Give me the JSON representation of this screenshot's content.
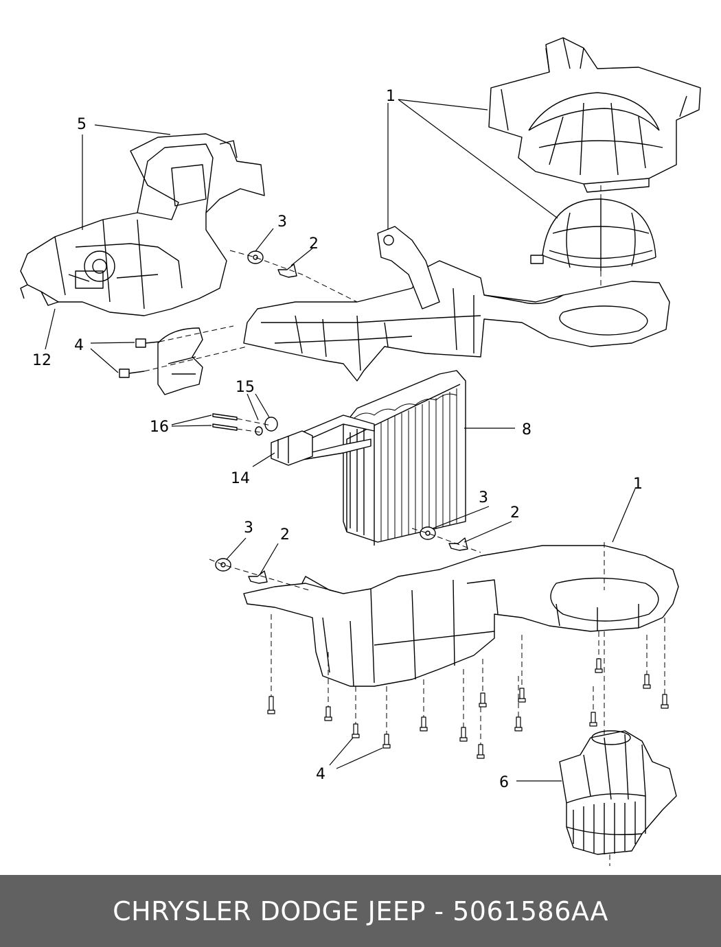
{
  "diagram": {
    "callouts": {
      "c1_top": "1",
      "c1_bottom": "1",
      "c2_upper": "2",
      "c2_mid": "2",
      "c2_lower": "2",
      "c3_upper": "3",
      "c3_mid": "3",
      "c3_lower": "3",
      "c4_upper": "4",
      "c4_lower": "4",
      "c5": "5",
      "c6": "6",
      "c8": "8",
      "c12": "12",
      "c14": "14",
      "c15": "15",
      "c16": "16"
    }
  },
  "footer": {
    "text": "CHRYSLER DODGE JEEP - 5061586AA"
  }
}
